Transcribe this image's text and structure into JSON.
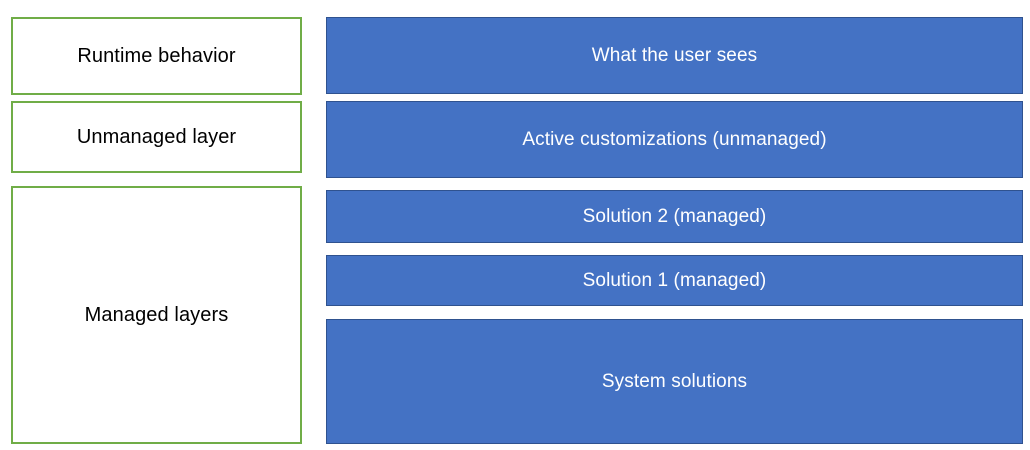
{
  "diagram": {
    "left_column": {
      "boxes": [
        {
          "label": "Runtime behavior"
        },
        {
          "label": "Unmanaged layer"
        },
        {
          "label": "Managed layers"
        }
      ]
    },
    "right_column": {
      "boxes": [
        {
          "label": "What the user sees"
        },
        {
          "label": "Active customizations (unmanaged)"
        },
        {
          "label": "Solution 2 (managed)"
        },
        {
          "label": "Solution 1 (managed)"
        },
        {
          "label": "System solutions"
        }
      ]
    },
    "colors": {
      "background": "#FFFFFF",
      "blue_fill": "#4472C4",
      "blue_border": "#2F528F",
      "green_border": "#70AD47",
      "left_box_fill": "#FFFFFF",
      "left_text": "#000000",
      "right_text": "#FFFFFF"
    }
  }
}
